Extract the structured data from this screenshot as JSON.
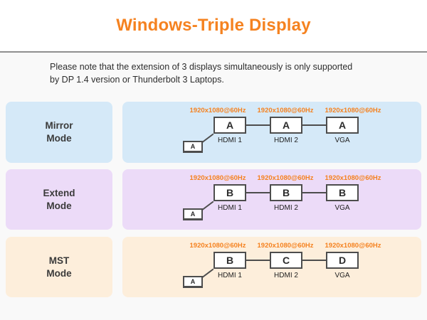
{
  "header": {
    "title": "Windows-Triple Display",
    "accent_color": "#f58220"
  },
  "note": {
    "text": "Please note that the extension of 3 displays simultaneously is only supported\nby DP 1.4 version or Thunderbolt 3 Laptops."
  },
  "modes": [
    {
      "label": "Mirror\nMode",
      "row_color": "#d5e9f8",
      "source_label": "A",
      "displays": [
        {
          "resolution": "1920x1080@60Hz",
          "letter": "A",
          "port": "HDMI 1"
        },
        {
          "resolution": "1920x1080@60Hz",
          "letter": "A",
          "port": "HDMI 2"
        },
        {
          "resolution": "1920x1080@60Hz",
          "letter": "A",
          "port": "VGA"
        }
      ]
    },
    {
      "label": "Extend\nMode",
      "row_color": "#ecdbf8",
      "source_label": "A",
      "displays": [
        {
          "resolution": "1920x1080@60Hz",
          "letter": "B",
          "port": "HDMI 1"
        },
        {
          "resolution": "1920x1080@60Hz",
          "letter": "B",
          "port": "HDMI 2"
        },
        {
          "resolution": "1920x1080@60Hz",
          "letter": "B",
          "port": "VGA"
        }
      ]
    },
    {
      "label": "MST\nMode",
      "row_color": "#fdeedb",
      "source_label": "A",
      "displays": [
        {
          "resolution": "1920x1080@60Hz",
          "letter": "B",
          "port": "HDMI 1"
        },
        {
          "resolution": "1920x1080@60Hz",
          "letter": "C",
          "port": "HDMI 2"
        },
        {
          "resolution": "1920x1080@60Hz",
          "letter": "D",
          "port": "VGA"
        }
      ]
    }
  ]
}
